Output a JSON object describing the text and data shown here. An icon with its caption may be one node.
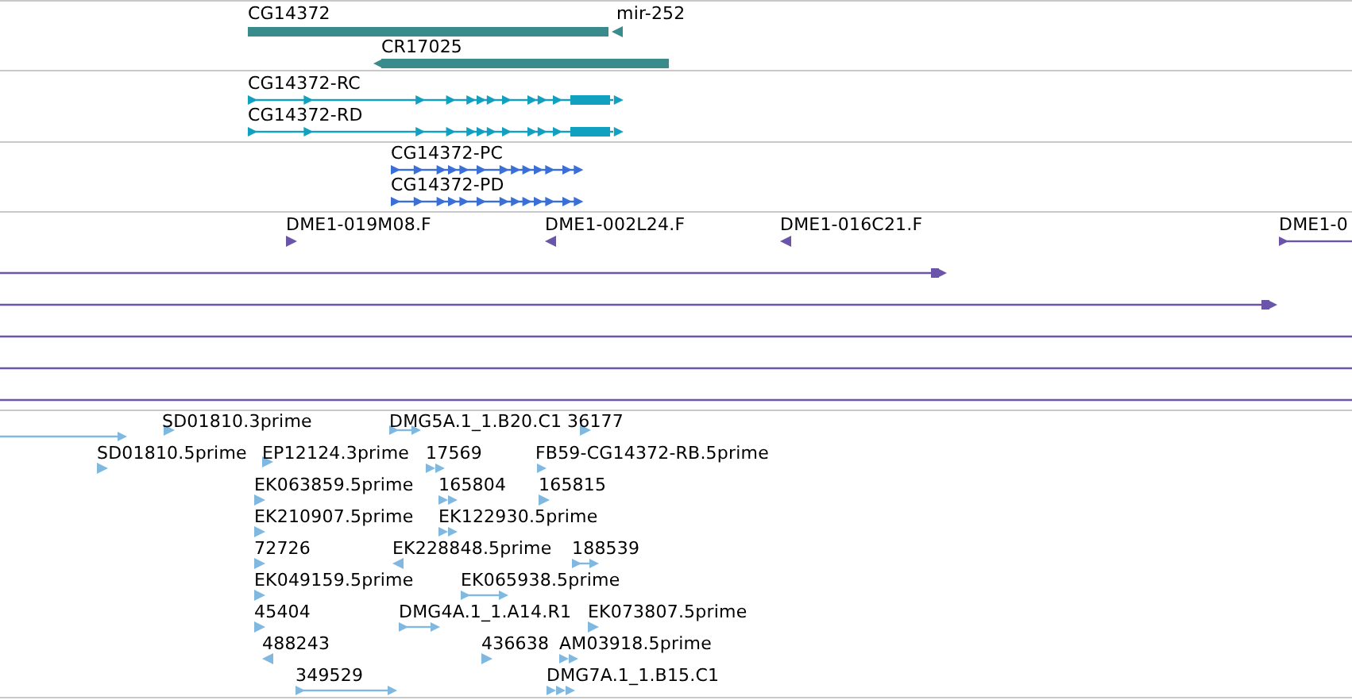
{
  "diagram": {
    "labels": [
      "CG14372",
      "mir-252",
      "CR17025",
      "CG14372-RC",
      "CG14372-RD",
      "CG14372-PC",
      "CG14372-PD",
      "DME1-019M08.F",
      "DME1-002L24.F",
      "DME1-016C21.F",
      "DME1-0",
      "SD01810.3prime",
      "DMG5A.1_1.B20.C1",
      "36177",
      "SD01810.5prime",
      "EP12124.3prime",
      "17569",
      "FB59-CG14372-RB.5prime",
      "EK063859.5prime",
      "165804",
      "165815",
      "EK210907.5prime",
      "EK122930.5prime",
      "72726",
      "EK228848.5prime",
      "188539",
      "EK049159.5prime",
      "EK065938.5prime",
      "45404",
      "DMG4A.1_1.A14.R1",
      "EK073807.5prime",
      "488243",
      "436638",
      "AM03918.5prime",
      "349529",
      "DMG7A.1_1.B15.C1"
    ]
  }
}
